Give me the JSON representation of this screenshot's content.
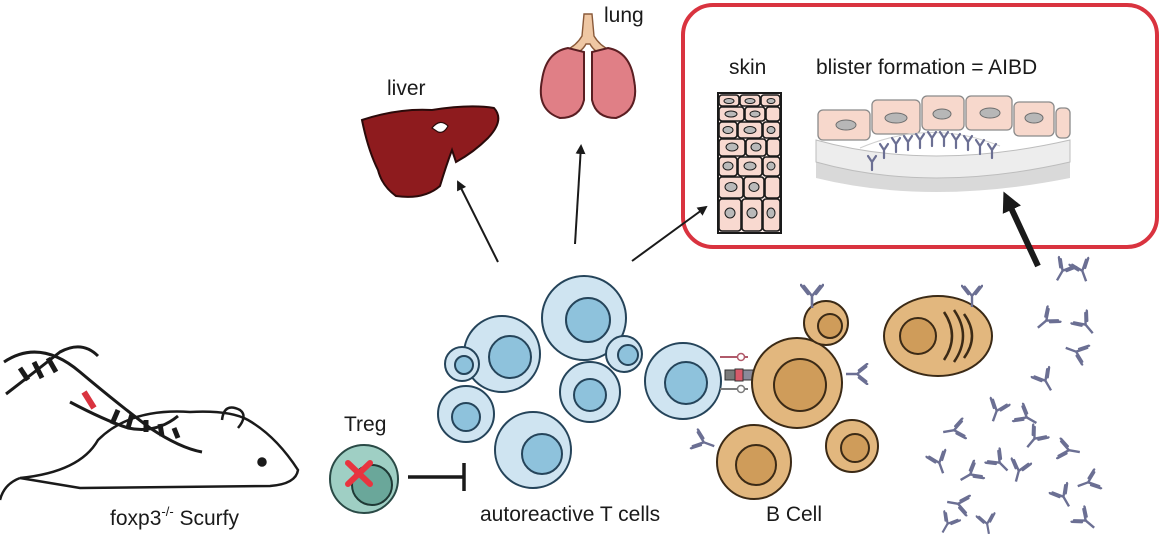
{
  "labels": {
    "liver": "liver",
    "lung": "lung",
    "skin": "skin",
    "blister": "blister formation = AIBD",
    "treg": "Treg",
    "mouse_prefix": "foxp3",
    "mouse_sup": "-/-",
    "mouse_suffix": " Scurfy",
    "t_cells": "autoreactive T cells",
    "b_cell": "B Cell"
  },
  "colors": {
    "t_cell_fill": "#cfe4f1",
    "t_cell_nucleus": "#8ec2dc",
    "b_cell_fill": "#e2b77e",
    "treg_fill": "#9fcfc4",
    "liver": "#8e1b1e",
    "lung": "#e07f86",
    "lung_trachea": "#efc7a3",
    "highlight_box": "#d9333f",
    "cross": "#e8343f",
    "antibody": "#6b6f93",
    "skin_cell": "#f8d9d0"
  },
  "icons": {
    "dna": "dna-helix-icon",
    "mouse": "mouse-icon",
    "cross": "cross-mark-icon",
    "antibody": "antibody-icon"
  }
}
